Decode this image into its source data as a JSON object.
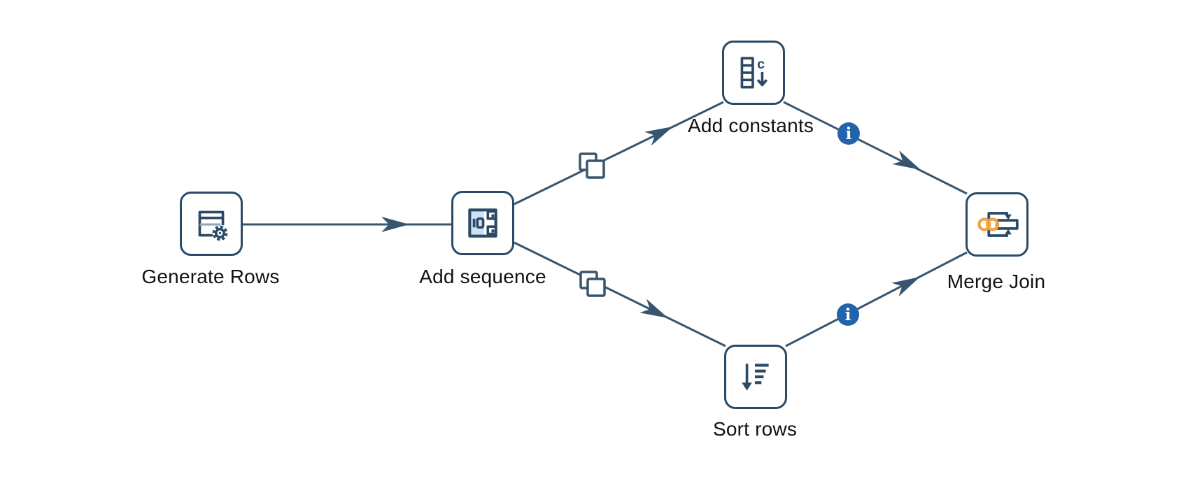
{
  "app": {
    "view": "pipeline-canvas",
    "background": "#ffffff"
  },
  "colors": {
    "node_border": "#2b4a67",
    "hop_line": "#37556f",
    "info_badge": "#2263aa",
    "join_rings": "#f0a443",
    "icon_highlight": "#cfe3f6",
    "label_text": "#111111"
  },
  "nodes": [
    {
      "id": "generate-rows",
      "label": "Generate Rows",
      "icon": "generate-rows-icon"
    },
    {
      "id": "add-sequence",
      "label": "Add sequence",
      "icon": "add-sequence-icon"
    },
    {
      "id": "add-constants",
      "label": "Add constants",
      "icon": "add-constants-icon"
    },
    {
      "id": "sort-rows",
      "label": "Sort rows",
      "icon": "sort-rows-icon"
    },
    {
      "id": "merge-join",
      "label": "Merge Join",
      "icon": "merge-join-icon"
    }
  ],
  "edges": [
    {
      "from": "Generate Rows",
      "to": "Add sequence",
      "decorations": [
        "arrowhead"
      ]
    },
    {
      "from": "Add sequence",
      "to": "Add constants",
      "decorations": [
        "copy-rows-icon",
        "arrowhead"
      ]
    },
    {
      "from": "Add constants",
      "to": "Merge Join",
      "decorations": [
        "info-badge",
        "arrowhead"
      ]
    },
    {
      "from": "Add sequence",
      "to": "Sort rows",
      "decorations": [
        "copy-rows-icon",
        "arrowhead"
      ]
    },
    {
      "from": "Sort rows",
      "to": "Merge Join",
      "decorations": [
        "info-badge",
        "arrowhead"
      ]
    }
  ],
  "glyphs": {
    "info": "i",
    "sequence_value": "10",
    "constants_letter": "c"
  }
}
